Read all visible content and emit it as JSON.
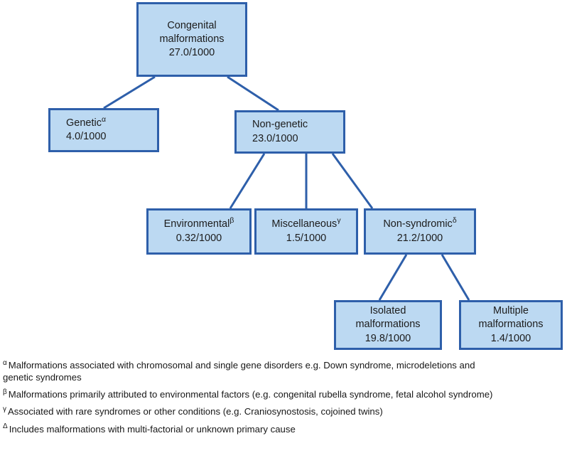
{
  "diagram": {
    "type": "tree",
    "title": "Congenital malformations prevalence tree",
    "colors": {
      "node_fill": "#bcd9f2",
      "node_border": "#2e5faa",
      "connector": "#2e5faa",
      "text": "#1c1c1c",
      "background": "#ffffff"
    },
    "nodes": [
      {
        "id": "congenital",
        "label_lines": [
          "Congenital",
          "malformations"
        ],
        "value": "27.0/1000",
        "marker": "",
        "align": "center"
      },
      {
        "id": "genetic",
        "label_lines": [
          "Genetic"
        ],
        "value": "4.0/1000",
        "marker": "α",
        "align": "left"
      },
      {
        "id": "non-genetic",
        "label_lines": [
          "Non-genetic"
        ],
        "value": "23.0/1000",
        "marker": "",
        "align": "left"
      },
      {
        "id": "environmental",
        "label_lines": [
          "Environmental"
        ],
        "value": "0.32/1000",
        "marker": "β",
        "align": "center"
      },
      {
        "id": "miscellaneous",
        "label_lines": [
          "Miscellaneous"
        ],
        "value": "1.5/1000",
        "marker": "γ",
        "align": "center"
      },
      {
        "id": "non-syndromic",
        "label_lines": [
          "Non-syndromic"
        ],
        "value": "21.2/1000",
        "marker": "δ",
        "align": "center"
      },
      {
        "id": "isolated",
        "label_lines": [
          "Isolated",
          "malformations"
        ],
        "value": "19.8/1000",
        "marker": "",
        "align": "center"
      },
      {
        "id": "multiple",
        "label_lines": [
          "Multiple",
          "malformations"
        ],
        "value": "1.4/1000",
        "marker": "",
        "align": "center"
      }
    ],
    "edges": [
      {
        "from": "congenital",
        "to": "genetic"
      },
      {
        "from": "congenital",
        "to": "non-genetic"
      },
      {
        "from": "non-genetic",
        "to": "environmental"
      },
      {
        "from": "non-genetic",
        "to": "miscellaneous"
      },
      {
        "from": "non-genetic",
        "to": "non-syndromic"
      },
      {
        "from": "non-syndromic",
        "to": "isolated"
      },
      {
        "from": "non-syndromic",
        "to": "multiple"
      }
    ]
  },
  "footnotes": [
    {
      "mark": "α",
      "text": "Malformations associated with chromosomal and single gene disorders e.g. Down syndrome, microdeletions and genetic syndromes"
    },
    {
      "mark": "β",
      "text": "Malformations primarily attributed to environmental factors (e.g. congenital rubella syndrome, fetal alcohol syndrome)"
    },
    {
      "mark": "γ",
      "text": "Associated with rare syndromes or other conditions (e.g. Craniosynostosis, cojoined twins)"
    },
    {
      "mark": "Δ",
      "text": "Includes malformations with multi-factorial or unknown primary cause"
    }
  ]
}
